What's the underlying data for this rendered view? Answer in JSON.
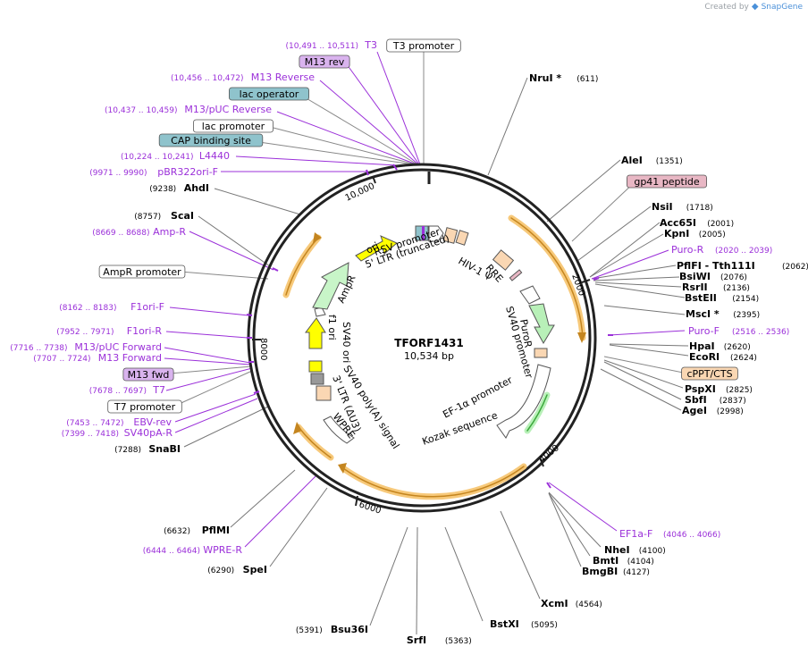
{
  "credit": {
    "prefix": "Created by",
    "brand": "SnapGene"
  },
  "plasmid": {
    "name": "TFORF1431",
    "size_label": "10,534 bp"
  },
  "ticks": [
    "2000",
    "4000",
    "6000",
    "8000",
    "10,000"
  ],
  "labels": [
    {
      "id": "t3",
      "text": "T3",
      "pos": "(10,491 .. 10,511)",
      "kind": "primer"
    },
    {
      "id": "t3p",
      "text": "T3 promoter",
      "kind": "box-white"
    },
    {
      "id": "m13rev",
      "text": "M13 rev",
      "kind": "box-purple"
    },
    {
      "id": "m13reverse",
      "text": "M13 Reverse",
      "pos": "(10,456 .. 10,472)",
      "kind": "primer"
    },
    {
      "id": "lacop",
      "text": "lac operator",
      "kind": "box-teal"
    },
    {
      "id": "m13puc",
      "text": "M13/pUC Reverse",
      "pos": "(10,437 .. 10,459)",
      "kind": "primer"
    },
    {
      "id": "lacp",
      "text": "lac promoter",
      "kind": "box-white"
    },
    {
      "id": "cap",
      "text": "CAP binding site",
      "kind": "box-teal"
    },
    {
      "id": "l4440",
      "text": "L4440",
      "pos": "(10,224 .. 10,241)",
      "kind": "primer"
    },
    {
      "id": "pbr",
      "text": "pBR322ori-F",
      "pos": "(9971 .. 9990)",
      "kind": "primer"
    },
    {
      "id": "ahdi",
      "text": "AhdI",
      "pos": "(9238)",
      "kind": "enzyme"
    },
    {
      "id": "scai",
      "text": "ScaI",
      "pos": "(8757)",
      "kind": "enzyme"
    },
    {
      "id": "ampr_p",
      "text": "Amp-R",
      "pos": "(8669 .. 8688)",
      "kind": "primer"
    },
    {
      "id": "amprprom",
      "text": "AmpR promoter",
      "kind": "box-white"
    },
    {
      "id": "f1orif",
      "text": "F1ori-F",
      "pos": "(8162 .. 8183)",
      "kind": "primer"
    },
    {
      "id": "f1orir",
      "text": "F1ori-R",
      "pos": "(7952 .. 7971)",
      "kind": "primer"
    },
    {
      "id": "m13pucf",
      "text": "M13/pUC Forward",
      "pos": "(7716 .. 7738)",
      "kind": "primer"
    },
    {
      "id": "m13f",
      "text": "M13 Forward",
      "pos": "(7707 .. 7724)",
      "kind": "primer"
    },
    {
      "id": "m13fwd",
      "text": "M13 fwd",
      "kind": "box-purple"
    },
    {
      "id": "t7",
      "text": "T7",
      "pos": "(7678 .. 7697)",
      "kind": "primer"
    },
    {
      "id": "t7p",
      "text": "T7 promoter",
      "kind": "box-white"
    },
    {
      "id": "ebvrev",
      "text": "EBV-rev",
      "pos": "(7453 .. 7472)",
      "kind": "primer"
    },
    {
      "id": "sv40par",
      "text": "SV40pA-R",
      "pos": "(7399 .. 7418)",
      "kind": "primer"
    },
    {
      "id": "snabi",
      "text": "SnaBI",
      "pos": "(7288)",
      "kind": "enzyme"
    },
    {
      "id": "pflmi",
      "text": "PflMI",
      "pos": "(6632)",
      "kind": "enzyme"
    },
    {
      "id": "wprer",
      "text": "WPRE-R",
      "pos": "(6444 .. 6464)",
      "kind": "primer"
    },
    {
      "id": "spei",
      "text": "SpeI",
      "pos": "(6290)",
      "kind": "enzyme"
    },
    {
      "id": "bsu36i",
      "text": "Bsu36I",
      "pos": "(5391)",
      "kind": "enzyme"
    },
    {
      "id": "srfi",
      "text": "SrfI",
      "pos": "(5363)",
      "kind": "enzyme"
    },
    {
      "id": "bstxi",
      "text": "BstXI",
      "pos": "(5095)",
      "kind": "enzyme"
    },
    {
      "id": "xcmi",
      "text": "XcmI",
      "pos": "(4564)",
      "kind": "enzyme"
    },
    {
      "id": "bmgbi",
      "text": "BmgBI",
      "pos": "(4127)",
      "kind": "enzyme"
    },
    {
      "id": "bmti",
      "text": "BmtI",
      "pos": "(4104)",
      "kind": "enzyme"
    },
    {
      "id": "nhei",
      "text": "NheI",
      "pos": "(4100)",
      "kind": "enzyme"
    },
    {
      "id": "ef1af",
      "text": "EF1a-F",
      "pos": "(4046 .. 4066)",
      "kind": "primer"
    },
    {
      "id": "agei",
      "text": "AgeI",
      "pos": "(2998)",
      "kind": "enzyme"
    },
    {
      "id": "sbfi",
      "text": "SbfI",
      "pos": "(2837)",
      "kind": "enzyme"
    },
    {
      "id": "pspxi",
      "text": "PspXI",
      "pos": "(2825)",
      "kind": "enzyme"
    },
    {
      "id": "cppt",
      "text": "cPPT/CTS",
      "kind": "box-orange"
    },
    {
      "id": "ecori",
      "text": "EcoRI",
      "pos": "(2624)",
      "kind": "enzyme"
    },
    {
      "id": "hpai",
      "text": "HpaI",
      "pos": "(2620)",
      "kind": "enzyme"
    },
    {
      "id": "purof",
      "text": "Puro-F",
      "pos": "(2516 .. 2536)",
      "kind": "primer"
    },
    {
      "id": "msci",
      "text": "MscI *",
      "pos": "(2395)",
      "kind": "enzyme"
    },
    {
      "id": "bsteii",
      "text": "BstEII",
      "pos": "(2154)",
      "kind": "enzyme"
    },
    {
      "id": "rsrii",
      "text": "RsrII",
      "pos": "(2136)",
      "kind": "enzyme"
    },
    {
      "id": "bsiwi",
      "text": "BsiWI",
      "pos": "(2076)",
      "kind": "enzyme"
    },
    {
      "id": "pflfi",
      "text": "PflFI - Tth111I",
      "pos": "(2062)",
      "kind": "enzyme"
    },
    {
      "id": "puror",
      "text": "Puro-R",
      "pos": "(2020 .. 2039)",
      "kind": "primer"
    },
    {
      "id": "kpni",
      "text": "KpnI",
      "pos": "(2005)",
      "kind": "enzyme"
    },
    {
      "id": "acc65i",
      "text": "Acc65I",
      "pos": "(2001)",
      "kind": "enzyme"
    },
    {
      "id": "nsii",
      "text": "NsiI",
      "pos": "(1718)",
      "kind": "enzyme"
    },
    {
      "id": "gp41",
      "text": "gp41 peptide",
      "kind": "box-pink"
    },
    {
      "id": "alei",
      "text": "AleI",
      "pos": "(1351)",
      "kind": "enzyme"
    },
    {
      "id": "nrui",
      "text": "NruI *",
      "pos": "(611)",
      "kind": "enzyme"
    }
  ],
  "features": [
    "RSV promoter",
    "5' LTR (truncated)",
    "HIV-1 Ψ",
    "RRE",
    "SV40 promoter",
    "PuroR",
    "EF-1α promoter",
    "Kozak sequence",
    "WPRE",
    "3' LTR (ΔU3)",
    "SV40 poly(A) signal",
    "SV40 ori",
    "f1 ori",
    "AmpR",
    "ori"
  ],
  "colors": {
    "primer": "#9b30d9",
    "enzyme_line": "#777777",
    "ring": "#222222",
    "orf": "#f7c97a",
    "orf_edge": "#c4851f",
    "teal": "#8fc3cc",
    "purple_box": "#d9b3ee",
    "pink": "#e8b7c4",
    "orange_box": "#fad7b3",
    "green": "#b8f0b8",
    "yellow": "#ffff00"
  }
}
